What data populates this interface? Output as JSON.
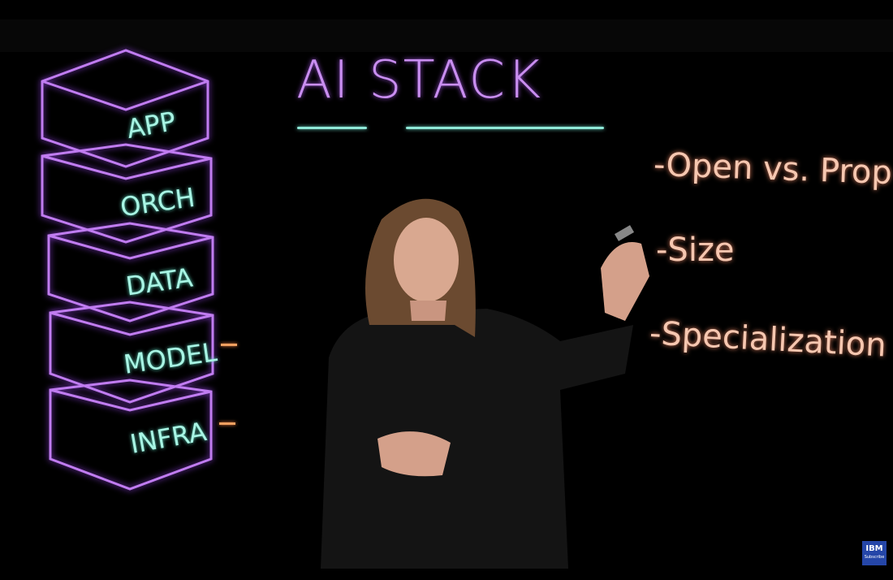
{
  "title": "AI STACK",
  "stack_layers": [
    "APP",
    "ORCH",
    "DATA",
    "MODEL",
    "INFRA"
  ],
  "notes": [
    "-Open vs. Prop",
    "-Size",
    "-Specialization"
  ],
  "watermark": {
    "logo": "IBM",
    "label": "Subscribe"
  },
  "colors": {
    "stack_outline": "#c07cf0",
    "stack_text": "#a8f5e4",
    "title": "#c98ef0",
    "underline": "#8fe9d8",
    "notes": "#f6c7b0",
    "ticks": "#f0a060",
    "background": "#000000"
  }
}
